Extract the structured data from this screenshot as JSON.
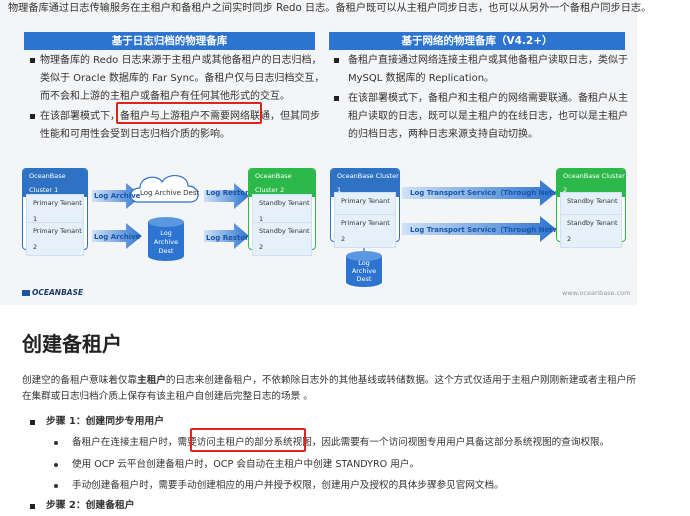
{
  "intro": "物理备库通过日志传输服务在主租户和备租户之间实时同步 Redo 日志。备租户既可以从主租户同步日志，也可以从另外一个备租户同步日志。",
  "left_panel": {
    "title": "基于日志归档的物理备库",
    "b1_l1": "物理备库的 Redo 日志来源于主租户或其他备租户的日志归档，",
    "b1_l2": "类似于 Oracle 数据库的 Far Sync。备租户仅与日志归档交互，",
    "b1_l3": "而不会和上游的主租户或备租户有任何其他形式的交互。",
    "b2_pre": "在该部署模式下，",
    "b2_highlight": "备租户与上游租户不需要网络联通",
    "b2_post": "，但其同步",
    "b2_l2": "性能和可用性会受到日志归档介质的影响。"
  },
  "right_panel": {
    "title": "基于网络的物理备库（V4.2+）",
    "b1_l1": "备租户直接通过网络连接主租户或其他备租户读取日志，类似于",
    "b1_l2": "MySQL 数据库的 Replication。",
    "b2_l1": "在该部署模式下，备租户和主租户的网络需要联通。备租户从主",
    "b2_l2": "租户读取的日志，既可以是主租户的在线日志，也可以是主租户",
    "b2_l3": "的归档日志，两种日志来源支持自动切换。"
  },
  "diagram": {
    "cluster1": "OceanBase Cluster 1",
    "cluster2": "OceanBase Cluster 2",
    "primary1": "Primary Tenant 1",
    "primary2": "Primary Tenant 2",
    "standby1": "Standby Tenant 1",
    "standby2": "Standby Tenant 2",
    "log_archive": "Log Archive",
    "log_restore": "Log Restore",
    "cloud_label": "Log Archive Dest",
    "db_l1": "Log",
    "db_l2": "Archive",
    "db_l3": "Dest",
    "transport": "Log Transport Service（Through Network）",
    "logo": "OCEANBASE",
    "site": "www.oceanbase.com"
  },
  "section": {
    "title": "创建备租户",
    "p1_pre": "创建空的备租户意味着仅靠",
    "p1_bold": "主租户",
    "p1_post": "的日志来创建备租户，不依赖除日志外的其他基线或转储数据。这个方式仅适用于主租户刚刚新建或者主租户所",
    "p1_l2": "在集群或日志归档介质上保存有该主租户自创建后完整日志的场景 。",
    "step1": "步骤 1：创建同步专用用户",
    "s1_b1_pre": "备租户在连接主租户时，需要",
    "s1_b1_highlight": "访问主租户的部分系统视图",
    "s1_b1_post": "，因此需要有一个访问视图专用用户具备这部分系统视图的查询权限。",
    "s1_b2": "使用 OCP 云平台创建备租户时，OCP 会自动在主租户中创建 STANDYRO 用户。",
    "s1_b3": "手动创建备租户时，需要手动创建相应的用户并授予权限，创建用户及授权的具体步骤参见官网文档。",
    "step2": "步骤 2：创建备租户"
  },
  "colors": {
    "header_blue": "#2d74d0",
    "cluster_blue": "#2f72c4",
    "cluster_green": "#2db84a",
    "highlight_red": "#e0241c"
  }
}
